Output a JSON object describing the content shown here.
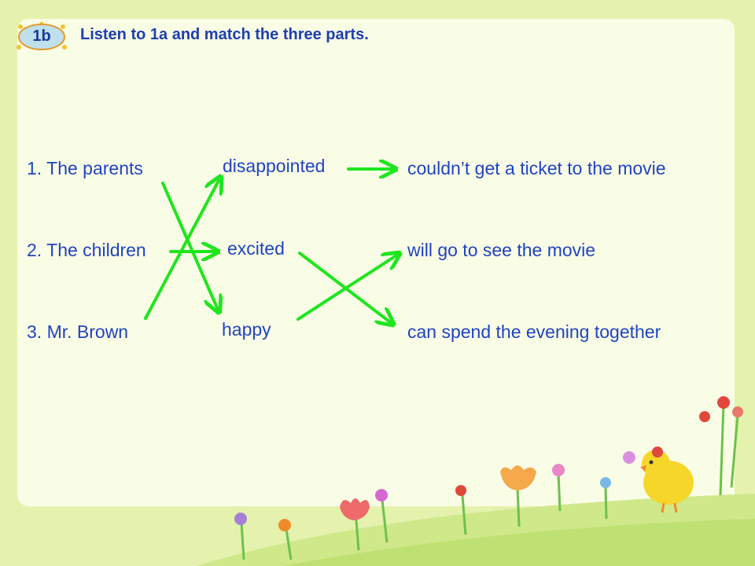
{
  "header": {
    "badge": "1b",
    "instruction": "Listen to 1a and match the three parts."
  },
  "subjects": [
    "1. The parents",
    "2. The children",
    "3. Mr. Brown"
  ],
  "feelings": [
    "disappointed",
    "excited",
    "happy"
  ],
  "outcomes": [
    "couldn’t get a ticket to the movie",
    "will go to see the movie",
    "can spend the evening together"
  ],
  "colors": {
    "text": "#1f44c0",
    "arrow": "#1ee61e",
    "background": "#e4f2ad",
    "panel": "#fafde6"
  },
  "icons": [
    "sun-badge-icon",
    "flower-icon",
    "chick-icon"
  ]
}
